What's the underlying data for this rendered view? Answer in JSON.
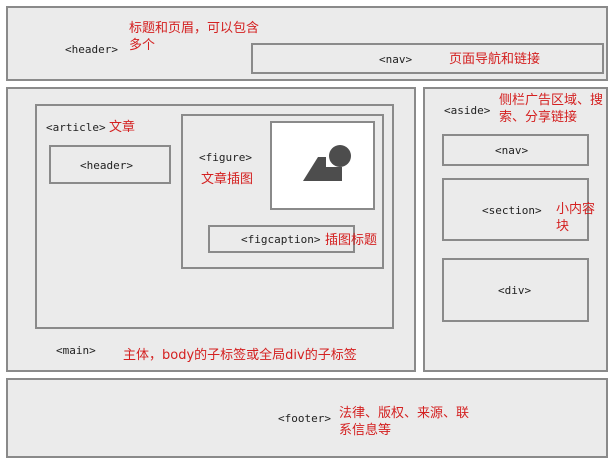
{
  "header": {
    "tag": "<header>",
    "note": "标题和页眉，可以包含多个"
  },
  "nav": {
    "tag": "<nav>",
    "note": "页面导航和链接"
  },
  "article": {
    "tag": "<article>",
    "note": "文章"
  },
  "article_header": {
    "tag": "<header>"
  },
  "figure": {
    "tag": "<figure>",
    "note": "文章插图"
  },
  "figcaption": {
    "tag": "<figcaption>",
    "note": "插图标题"
  },
  "main": {
    "tag": "<main>",
    "note": "主体，body的子标签或全局div的子标签"
  },
  "aside": {
    "tag": "<aside>",
    "note": "侧栏广告区域、搜索、分享链接"
  },
  "aside_nav": {
    "tag": "<nav>"
  },
  "section": {
    "tag": "<section>",
    "note": "小内容块"
  },
  "aside_div": {
    "tag": "<div>"
  },
  "footer": {
    "tag": "<footer>",
    "note": "法律、版权、来源、联系信息等"
  },
  "colors": {
    "border": "#8a8a8a",
    "fill": "#ebebeb",
    "annotation": "#d42020"
  },
  "icons": {
    "figure_image": "image-placeholder-icon"
  }
}
